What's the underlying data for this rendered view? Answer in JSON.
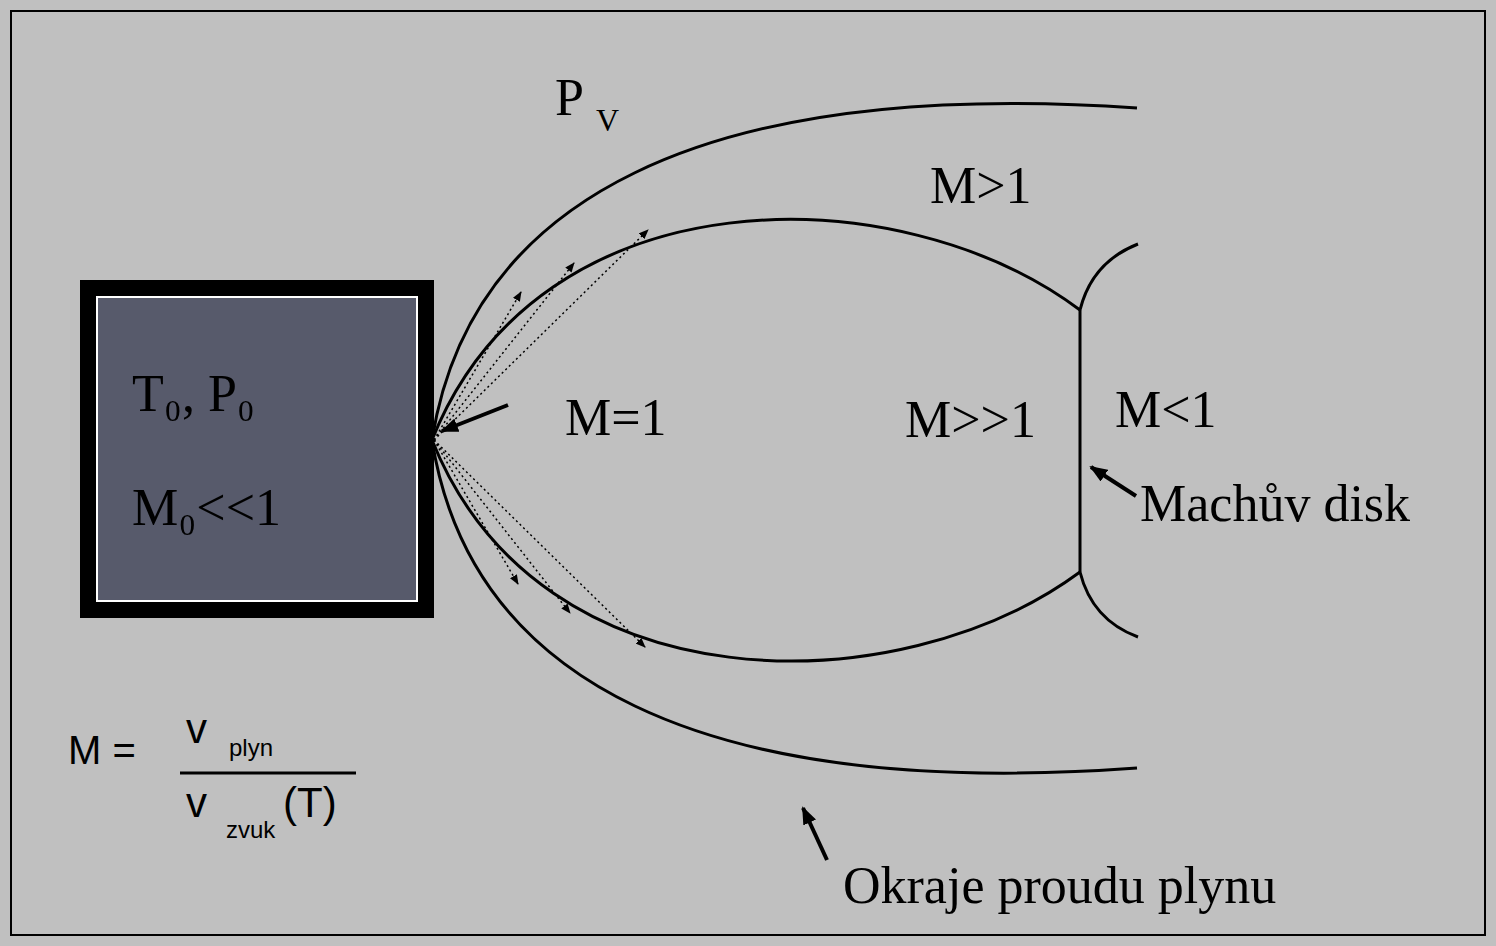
{
  "diagram": {
    "nodes": [
      {
        "text": [
          "T₀, P₀",
          "M₀<<1"
        ]
      }
    ],
    "labels": [
      "P",
      "V",
      "M>1",
      "M=1",
      "M>>1",
      "M<1",
      "Machův disk",
      "Okraje proudu plynu",
      "M =",
      "v",
      "plyn",
      "v",
      "zvuk",
      "(T)"
    ]
  }
}
